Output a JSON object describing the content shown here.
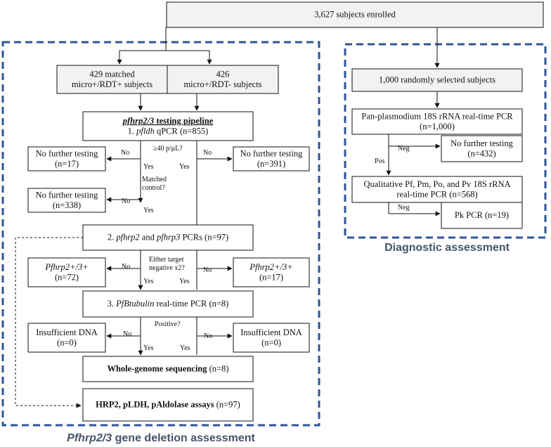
{
  "colors": {
    "frame": "#2e5597",
    "caption": "#44546a",
    "grey_box": "#f2f2f2"
  },
  "captions": {
    "left": [
      {
        "t": "Pfhrp2/3",
        "i": true
      },
      {
        "t": " gene deletion assessment"
      }
    ],
    "right": [
      {
        "t": "Diagnostic assessment"
      }
    ]
  },
  "nodes": [
    {
      "id": "enrolled",
      "lines": [
        [
          {
            "t": "3,627 subjects enrolled"
          }
        ]
      ]
    },
    {
      "id": "matched",
      "lines": [
        [
          {
            "t": "429 matched"
          }
        ],
        [
          {
            "t": "micro+/RDT+ subjects"
          }
        ]
      ]
    },
    {
      "id": "unmatched",
      "lines": [
        [
          {
            "t": "426"
          }
        ],
        [
          {
            "t": "micro+/RDT- subjects"
          }
        ]
      ]
    },
    {
      "id": "pipeline",
      "lines": [
        [
          {
            "t": "pfhrp2/3",
            "i": true,
            "b": true,
            "u": true
          },
          {
            "t": " testing pipeline",
            "b": true,
            "u": true
          }
        ],
        [
          {
            "t": "1. "
          },
          {
            "t": "pfldh",
            "i": true
          },
          {
            "t": " qPCR (n=855)"
          }
        ]
      ]
    },
    {
      "id": "nft17",
      "lines": [
        [
          {
            "t": "No further testing"
          }
        ],
        [
          {
            "t": "(n=17)"
          }
        ]
      ]
    },
    {
      "id": "nft391",
      "lines": [
        [
          {
            "t": "No further testing"
          }
        ],
        [
          {
            "t": "(n=391)"
          }
        ]
      ]
    },
    {
      "id": "nft338",
      "lines": [
        [
          {
            "t": "No further testing"
          }
        ],
        [
          {
            "t": "(n=338)"
          }
        ]
      ]
    },
    {
      "id": "pcrs",
      "lines": [
        [
          {
            "t": "2. "
          },
          {
            "t": "pfhrp2",
            "i": true
          },
          {
            "t": " and "
          },
          {
            "t": "pfhrp3",
            "i": true
          },
          {
            "t": " PCRs (n=97)"
          }
        ]
      ]
    },
    {
      "id": "pos72",
      "lines": [
        [
          {
            "t": "Pfhrp2+/3+",
            "i": true
          }
        ],
        [
          {
            "t": "(n=72)"
          }
        ]
      ]
    },
    {
      "id": "pos17",
      "lines": [
        [
          {
            "t": "Pfhrp2+/3+",
            "i": true
          }
        ],
        [
          {
            "t": "(n=17)"
          }
        ]
      ]
    },
    {
      "id": "tubulin",
      "lines": [
        [
          {
            "t": "3. "
          },
          {
            "t": "PfBtubulin",
            "i": true
          },
          {
            "t": " real-time PCR (n=8)"
          }
        ]
      ]
    },
    {
      "id": "insuff1",
      "lines": [
        [
          {
            "t": "Insufficient DNA"
          }
        ],
        [
          {
            "t": "(n=0)"
          }
        ]
      ]
    },
    {
      "id": "insuff2",
      "lines": [
        [
          {
            "t": "Insufficient DNA"
          }
        ],
        [
          {
            "t": "(n=0)"
          }
        ]
      ]
    },
    {
      "id": "wgs",
      "lines": [
        [
          {
            "t": "Whole-genome sequencing",
            "b": true
          },
          {
            "t": " (n=8)"
          }
        ]
      ]
    },
    {
      "id": "assays",
      "lines": [
        [
          {
            "t": "HRP2, pLDH, pAldolase assays",
            "b": true
          },
          {
            "t": " (n=97)"
          }
        ]
      ]
    },
    {
      "id": "random",
      "lines": [
        [
          {
            "t": "1,000 randomly selected subjects"
          }
        ]
      ]
    },
    {
      "id": "pan",
      "lines": [
        [
          {
            "t": "Pan-plasmodium 18S rRNA real-time PCR"
          }
        ],
        [
          {
            "t": "(n=1,000)"
          }
        ]
      ]
    },
    {
      "id": "nft432",
      "lines": [
        [
          {
            "t": "No further testing"
          }
        ],
        [
          {
            "t": "(n=432)"
          }
        ]
      ]
    },
    {
      "id": "qual",
      "lines": [
        [
          {
            "t": "Qualitative Pf, Pm, Po, and Pv 18S rRNA"
          }
        ],
        [
          {
            "t": "real-time PCR (n=568)"
          }
        ]
      ]
    },
    {
      "id": "pk",
      "lines": [
        [
          {
            "t": "Pk PCR (n=19)"
          }
        ]
      ]
    }
  ],
  "edge_labels": {
    "parasite_q": "≥40 p/μL?",
    "matched_q": "Matched",
    "matched_q2": "control?",
    "either_q": "Either target",
    "either_q2": "negative x2?",
    "positive_q": "Positive?",
    "no": "No",
    "yes": "Yes",
    "neg": "Neg",
    "pos": "Pos"
  }
}
